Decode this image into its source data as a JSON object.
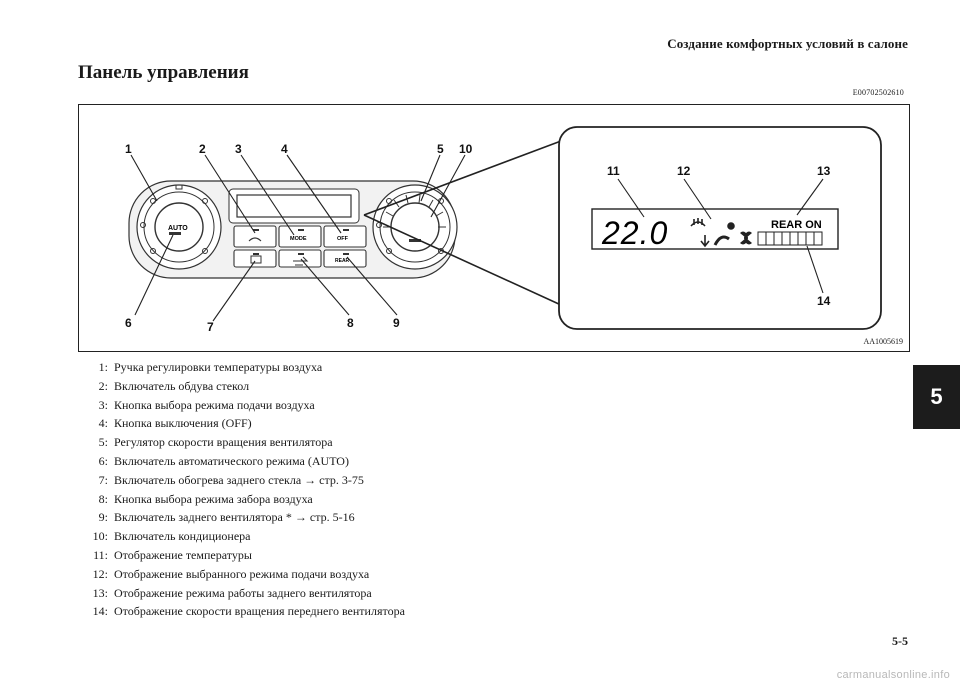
{
  "header": {
    "running_title": "Создание комфортных условий в салоне",
    "page_title": "Панель управления",
    "doc_code": "E00702502610"
  },
  "figure": {
    "code": "AA1005619",
    "callouts": [
      "1",
      "2",
      "3",
      "4",
      "5",
      "10",
      "6",
      "7",
      "8",
      "9",
      "11",
      "12",
      "13",
      "14"
    ],
    "buttons": {
      "auto": "AUTO",
      "mode": "MODE",
      "off": "OFF",
      "rear": "REAR"
    },
    "display": {
      "temperature": "22.0",
      "rear_status": "REAR ON"
    }
  },
  "legend": [
    {
      "num": "1:",
      "text": "Ручка регулировки температуры воздуха"
    },
    {
      "num": "2:",
      "text": "Включатель обдува стекол"
    },
    {
      "num": "3:",
      "text": "Кнопка выбора режима подачи воздуха"
    },
    {
      "num": "4:",
      "text": "Кнопка выключения (OFF)"
    },
    {
      "num": "5:",
      "text": "Регулятор скорости вращения вентилятора"
    },
    {
      "num": "6:",
      "text": "Включатель автоматического режима (AUTO)"
    },
    {
      "num": "7:",
      "text": "Включатель обогрева заднего стекла → стр. 3-75"
    },
    {
      "num": "8:",
      "text": "Кнопка выбора режима забора воздуха"
    },
    {
      "num": "9:",
      "text": "Включатель заднего вентилятора * → стр. 5-16"
    },
    {
      "num": "10:",
      "text": "Включатель кондиционера"
    },
    {
      "num": "11:",
      "text": "Отображение температуры"
    },
    {
      "num": "12:",
      "text": "Отображение выбранного режима подачи воздуха"
    },
    {
      "num": "13:",
      "text": "Отображение режима работы заднего вентилятора"
    },
    {
      "num": "14:",
      "text": "Отображение скорости вращения переднего вентилятора"
    }
  ],
  "chapter_tab": "5",
  "page_number": "5-5",
  "watermark": "carmanualsonline.info"
}
